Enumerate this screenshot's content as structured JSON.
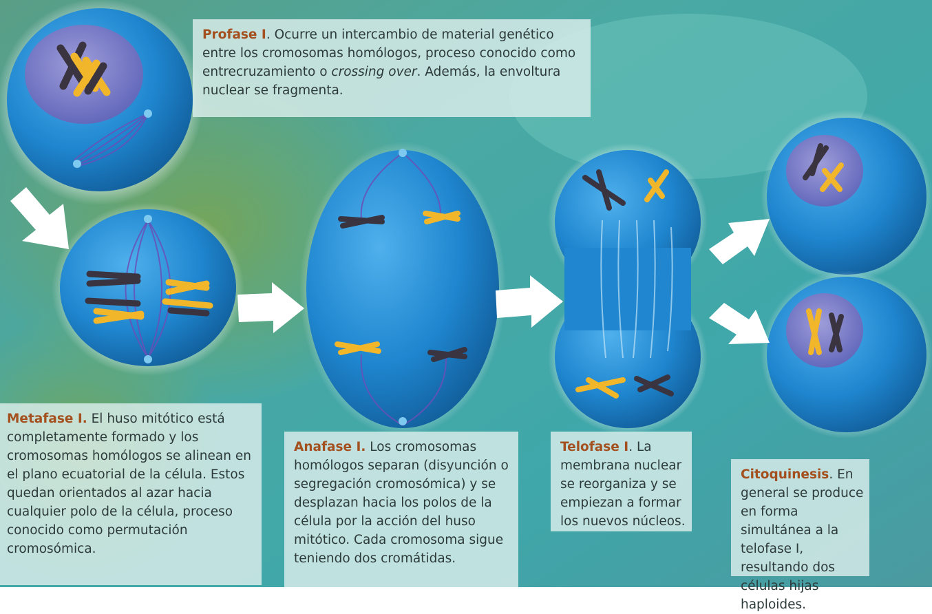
{
  "colors": {
    "background_teal": "#3fa5a7",
    "background_green": "#5f9a4a",
    "cell_blue": "#1f86cf",
    "nucleus_purple": "#7a72c9",
    "chromosome_dark": "#3a3340",
    "chromosome_yellow": "#f2b62a",
    "spindle_purple": "#6b4fb8",
    "caption_title": "#a4501e",
    "arrow_white": "#ffffff"
  },
  "captions": {
    "profase": {
      "title": "Profase I",
      "text_1": ". Ocurre un intercambio de material genético entre los cromosomas homólogos, proceso conocido como entrecruzamiento o ",
      "italic": "crossing over",
      "text_2": ". Además, la envoltura nuclear se fragmenta."
    },
    "metafase": {
      "title": "Metafase I.",
      "text": " El huso mitótico está completamente formado y los cromosomas homólogos se alinean en el plano ecuatorial de la célula. Estos quedan orientados al azar hacia cualquier polo de la célula, proceso conocido como permutación cromosómica."
    },
    "anafase": {
      "title": "Anafase I.",
      "text": " Los cromosomas homólogos separan (disyunción o segregación cromosómica) y se desplazan hacia los polos de la célula por la acción del huso mitótico. Cada cromosoma sigue teniendo dos cromátidas."
    },
    "telofase": {
      "title": "Telofase I",
      "text": ". La membrana nuclear se reorganiza y se empiezan a formar los nuevos núcleos."
    },
    "citoquinesis": {
      "title": "Citoquinesis",
      "text": ". En general se produce en forma simultánea a la telofase I, resultando dos células hijas haploides."
    }
  },
  "arrows": [
    "prophase-to-metaphase",
    "metaphase-to-anaphase",
    "anaphase-to-telophase",
    "telophase-to-daughter-top",
    "telophase-to-daughter-bottom"
  ]
}
